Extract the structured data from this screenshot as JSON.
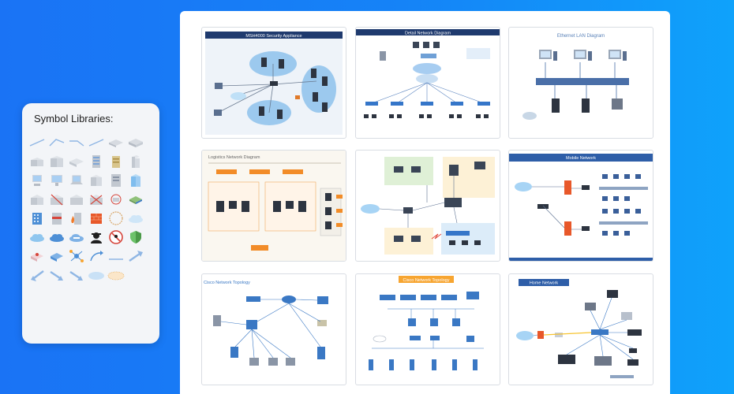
{
  "symbol_panel": {
    "title": "Symbol Libraries:"
  },
  "templates": [
    {
      "title": "MSH4000 Security Appliance",
      "style": "dark-banner"
    },
    {
      "title": "Detail Network Diagram",
      "style": "dark-banner"
    },
    {
      "title": "Ethernet LAN Diagram",
      "style": "plain-title"
    },
    {
      "title": "Logistics Network Diagram",
      "style": "plain-left"
    },
    {
      "title": "",
      "style": "none"
    },
    {
      "title": "Mobile Network",
      "style": "blue-banner"
    },
    {
      "title": "Cisco Network Topology",
      "style": "plain-left-blue"
    },
    {
      "title": "Cisco Network Topology",
      "style": "orange-banner"
    },
    {
      "title": "Home Network",
      "style": "blue-banner-left"
    }
  ],
  "colors": {
    "background_left": "#1a73f5",
    "background_right": "#0fa2fb",
    "dark_banner": "#1f3a6e",
    "blue_banner": "#2e5ea8",
    "orange_banner": "#f7a531",
    "cloud": "#a7d4f5",
    "device_dark": "#2d3440",
    "link_blue": "#4a90d9"
  }
}
